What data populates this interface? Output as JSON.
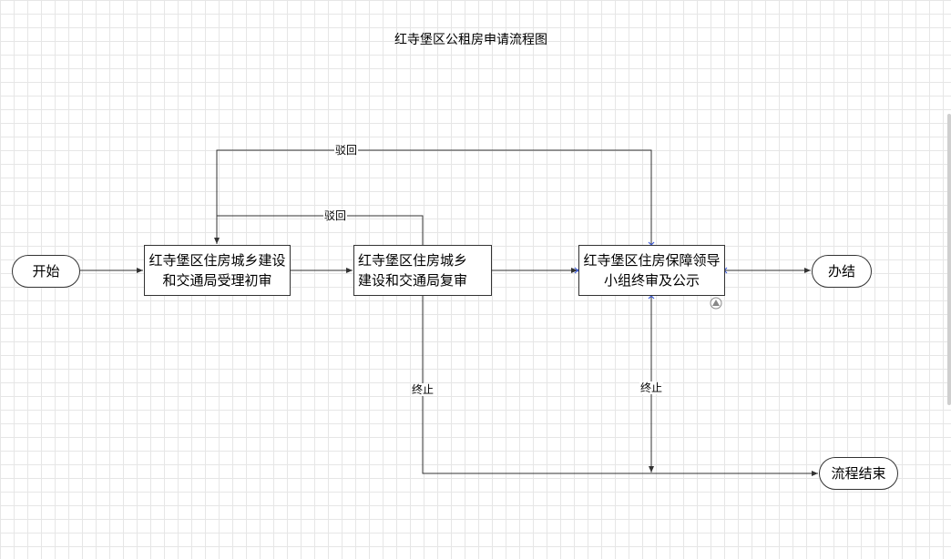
{
  "title": "红寺堡区公租房申请流程图",
  "nodes": {
    "start": "开始",
    "step1": "红寺堡区住房城乡建设和交通局受理初审",
    "step2": "红寺堡区住房城乡建设和交通局复审",
    "step3": "红寺堡区住房保障领导小组终审及公示",
    "done": "办结",
    "end": "流程结束"
  },
  "edge_labels": {
    "reject_top": "驳回",
    "reject_mid": "驳回",
    "terminate_left": "终止",
    "terminate_right": "终止"
  }
}
